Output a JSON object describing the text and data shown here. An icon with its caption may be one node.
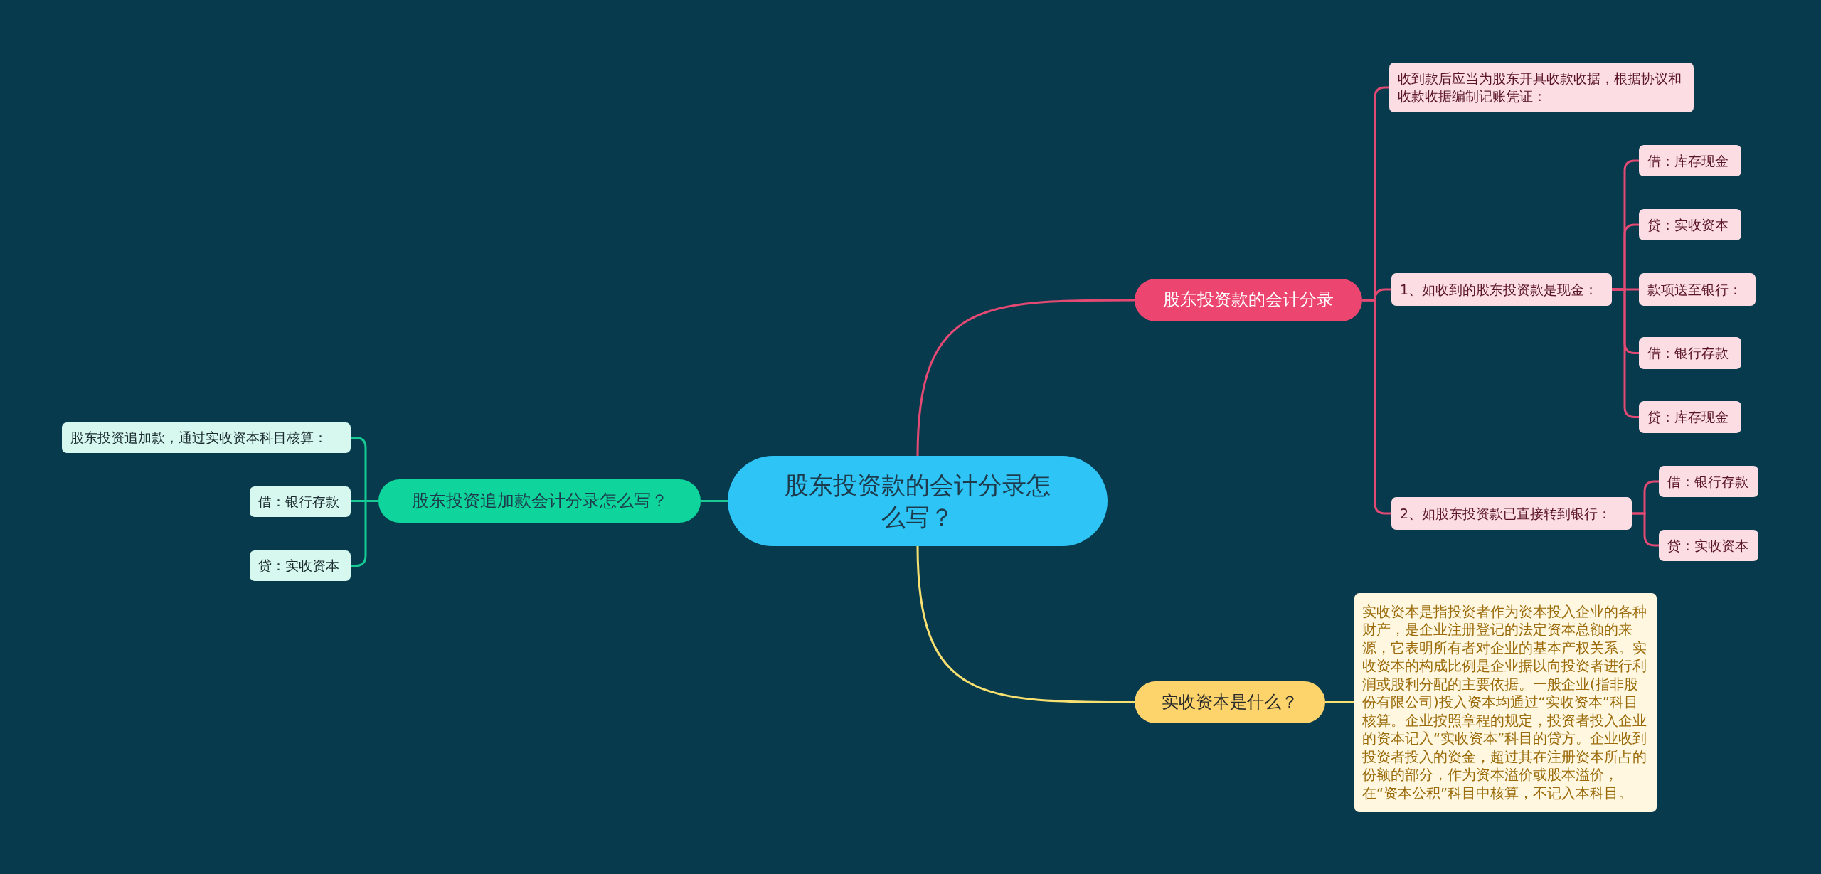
{
  "diagram": {
    "nodes": [
      {
        "text": [
          "股东投资款的会计分录怎么写？"
        ]
      },
      {
        "text": [
          "股东投资款的会计分录"
        ]
      },
      {
        "text": [
          "收到款后应当为股东开具收款收据，根据协议和收款收据编制记账凭证："
        ]
      },
      {
        "text": [
          "1、如收到的股东投资款是现金："
        ]
      },
      {
        "text": [
          "借：库存现金"
        ]
      },
      {
        "text": [
          "贷：实收资本"
        ]
      },
      {
        "text": [
          "款项送至银行："
        ]
      },
      {
        "text": [
          "借：银行存款"
        ]
      },
      {
        "text": [
          "贷：库存现金"
        ]
      },
      {
        "text": [
          "2、如股东投资款已直接转到银行："
        ]
      },
      {
        "text": [
          "借：银行存款"
        ]
      },
      {
        "text": [
          "贷：实收资本"
        ]
      },
      {
        "text": [
          "实收资本是什么？"
        ]
      },
      {
        "text": [
          "实收资本是指投资者作为资本投入企业的各种财产，是企业注册登记的法定资本总额的来源，它表明所有者对企业的基本产权关系。实收资本的构成比例是企业据以向投资者进行利润或股利分配的主要依据。一般企业(指非股份有限公司)投入资本均通过“实收资本”科目核算。企业按照章程的规定，投资者投入企业的资本记入“实收资本”科目的贷方。企业收到投资者投入的资金，超过其在注册资本所占的份额的部分，作为资本溢价或股本溢价，在“资本公积”科目中核算，不记入本科目。"
        ]
      },
      {
        "text": [
          "股东投资追加款会计分录怎么写？"
        ]
      },
      {
        "text": [
          "股东投资追加款，通过实收资本科目核算："
        ]
      },
      {
        "text": [
          "借：银行存款"
        ]
      },
      {
        "text": [
          "贷：实收资本"
        ]
      }
    ],
    "edges": [
      {
        "from": 0,
        "to": 1,
        "arrow": "none"
      },
      {
        "from": 1,
        "to": 2,
        "arrow": "none"
      },
      {
        "from": 1,
        "to": 3,
        "arrow": "none"
      },
      {
        "from": 3,
        "to": 4,
        "arrow": "none"
      },
      {
        "from": 3,
        "to": 5,
        "arrow": "none"
      },
      {
        "from": 3,
        "to": 6,
        "arrow": "none"
      },
      {
        "from": 3,
        "to": 7,
        "arrow": "none"
      },
      {
        "from": 3,
        "to": 8,
        "arrow": "none"
      },
      {
        "from": 1,
        "to": 9,
        "arrow": "none"
      },
      {
        "from": 9,
        "to": 10,
        "arrow": "none"
      },
      {
        "from": 9,
        "to": 11,
        "arrow": "none"
      },
      {
        "from": 0,
        "to": 12,
        "arrow": "none",
        "color": "#f6e071"
      },
      {
        "from": 12,
        "to": 13,
        "arrow": "none",
        "color": "#f6e071"
      },
      {
        "from": 0,
        "to": 14,
        "arrow": "none",
        "color": "#17c994"
      },
      {
        "from": 14,
        "to": 15,
        "arrow": "none",
        "color": "#17c994"
      },
      {
        "from": 14,
        "to": 16,
        "arrow": "none",
        "color": "#17c994"
      },
      {
        "from": 14,
        "to": 17,
        "arrow": "none",
        "color": "#17c994"
      }
    ]
  }
}
